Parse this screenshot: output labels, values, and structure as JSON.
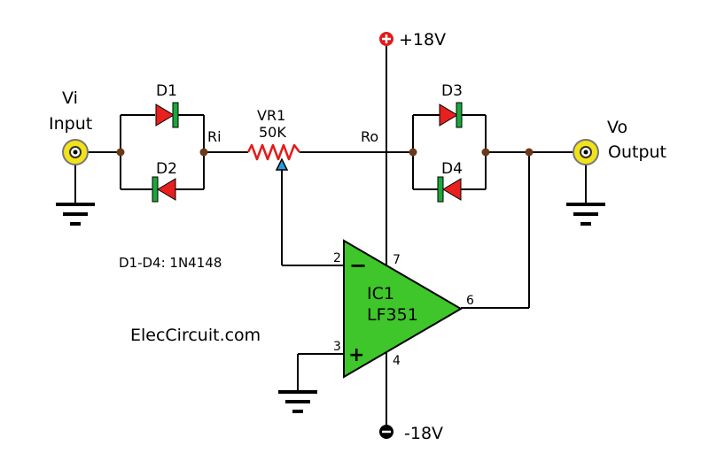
{
  "labels": {
    "vi": "Vi",
    "input": "Input",
    "vo": "Vo",
    "output": "Output",
    "d1": "D1",
    "d2": "D2",
    "d3": "D3",
    "d4": "D4",
    "ri": "Ri",
    "ro": "Ro",
    "vr1": "VR1",
    "vr1_value": "50K",
    "vplus": "+18V",
    "vminus": "-18V",
    "diode_note": "D1-D4: 1N4148",
    "brand": "ElecCircuit.com",
    "ic_name": "IC1",
    "ic_part": "LF351",
    "pin2": "2",
    "pin3": "3",
    "pin4": "4",
    "pin6": "6",
    "pin7": "7",
    "inv_sign": "−",
    "noninv_sign": "+"
  },
  "colors": {
    "wire": "#000000",
    "junction": "#6b3a1a",
    "diode_body": "#e8201e",
    "diode_bar": "#1aa83a",
    "opamp_fill": "#3ec62a",
    "jack_fill": "#f2e21a",
    "resistor": "#e31b1b",
    "pot_wiper": "#2a9bd7",
    "supply_plus": "#e11b1b",
    "supply_minus": "#000000"
  }
}
